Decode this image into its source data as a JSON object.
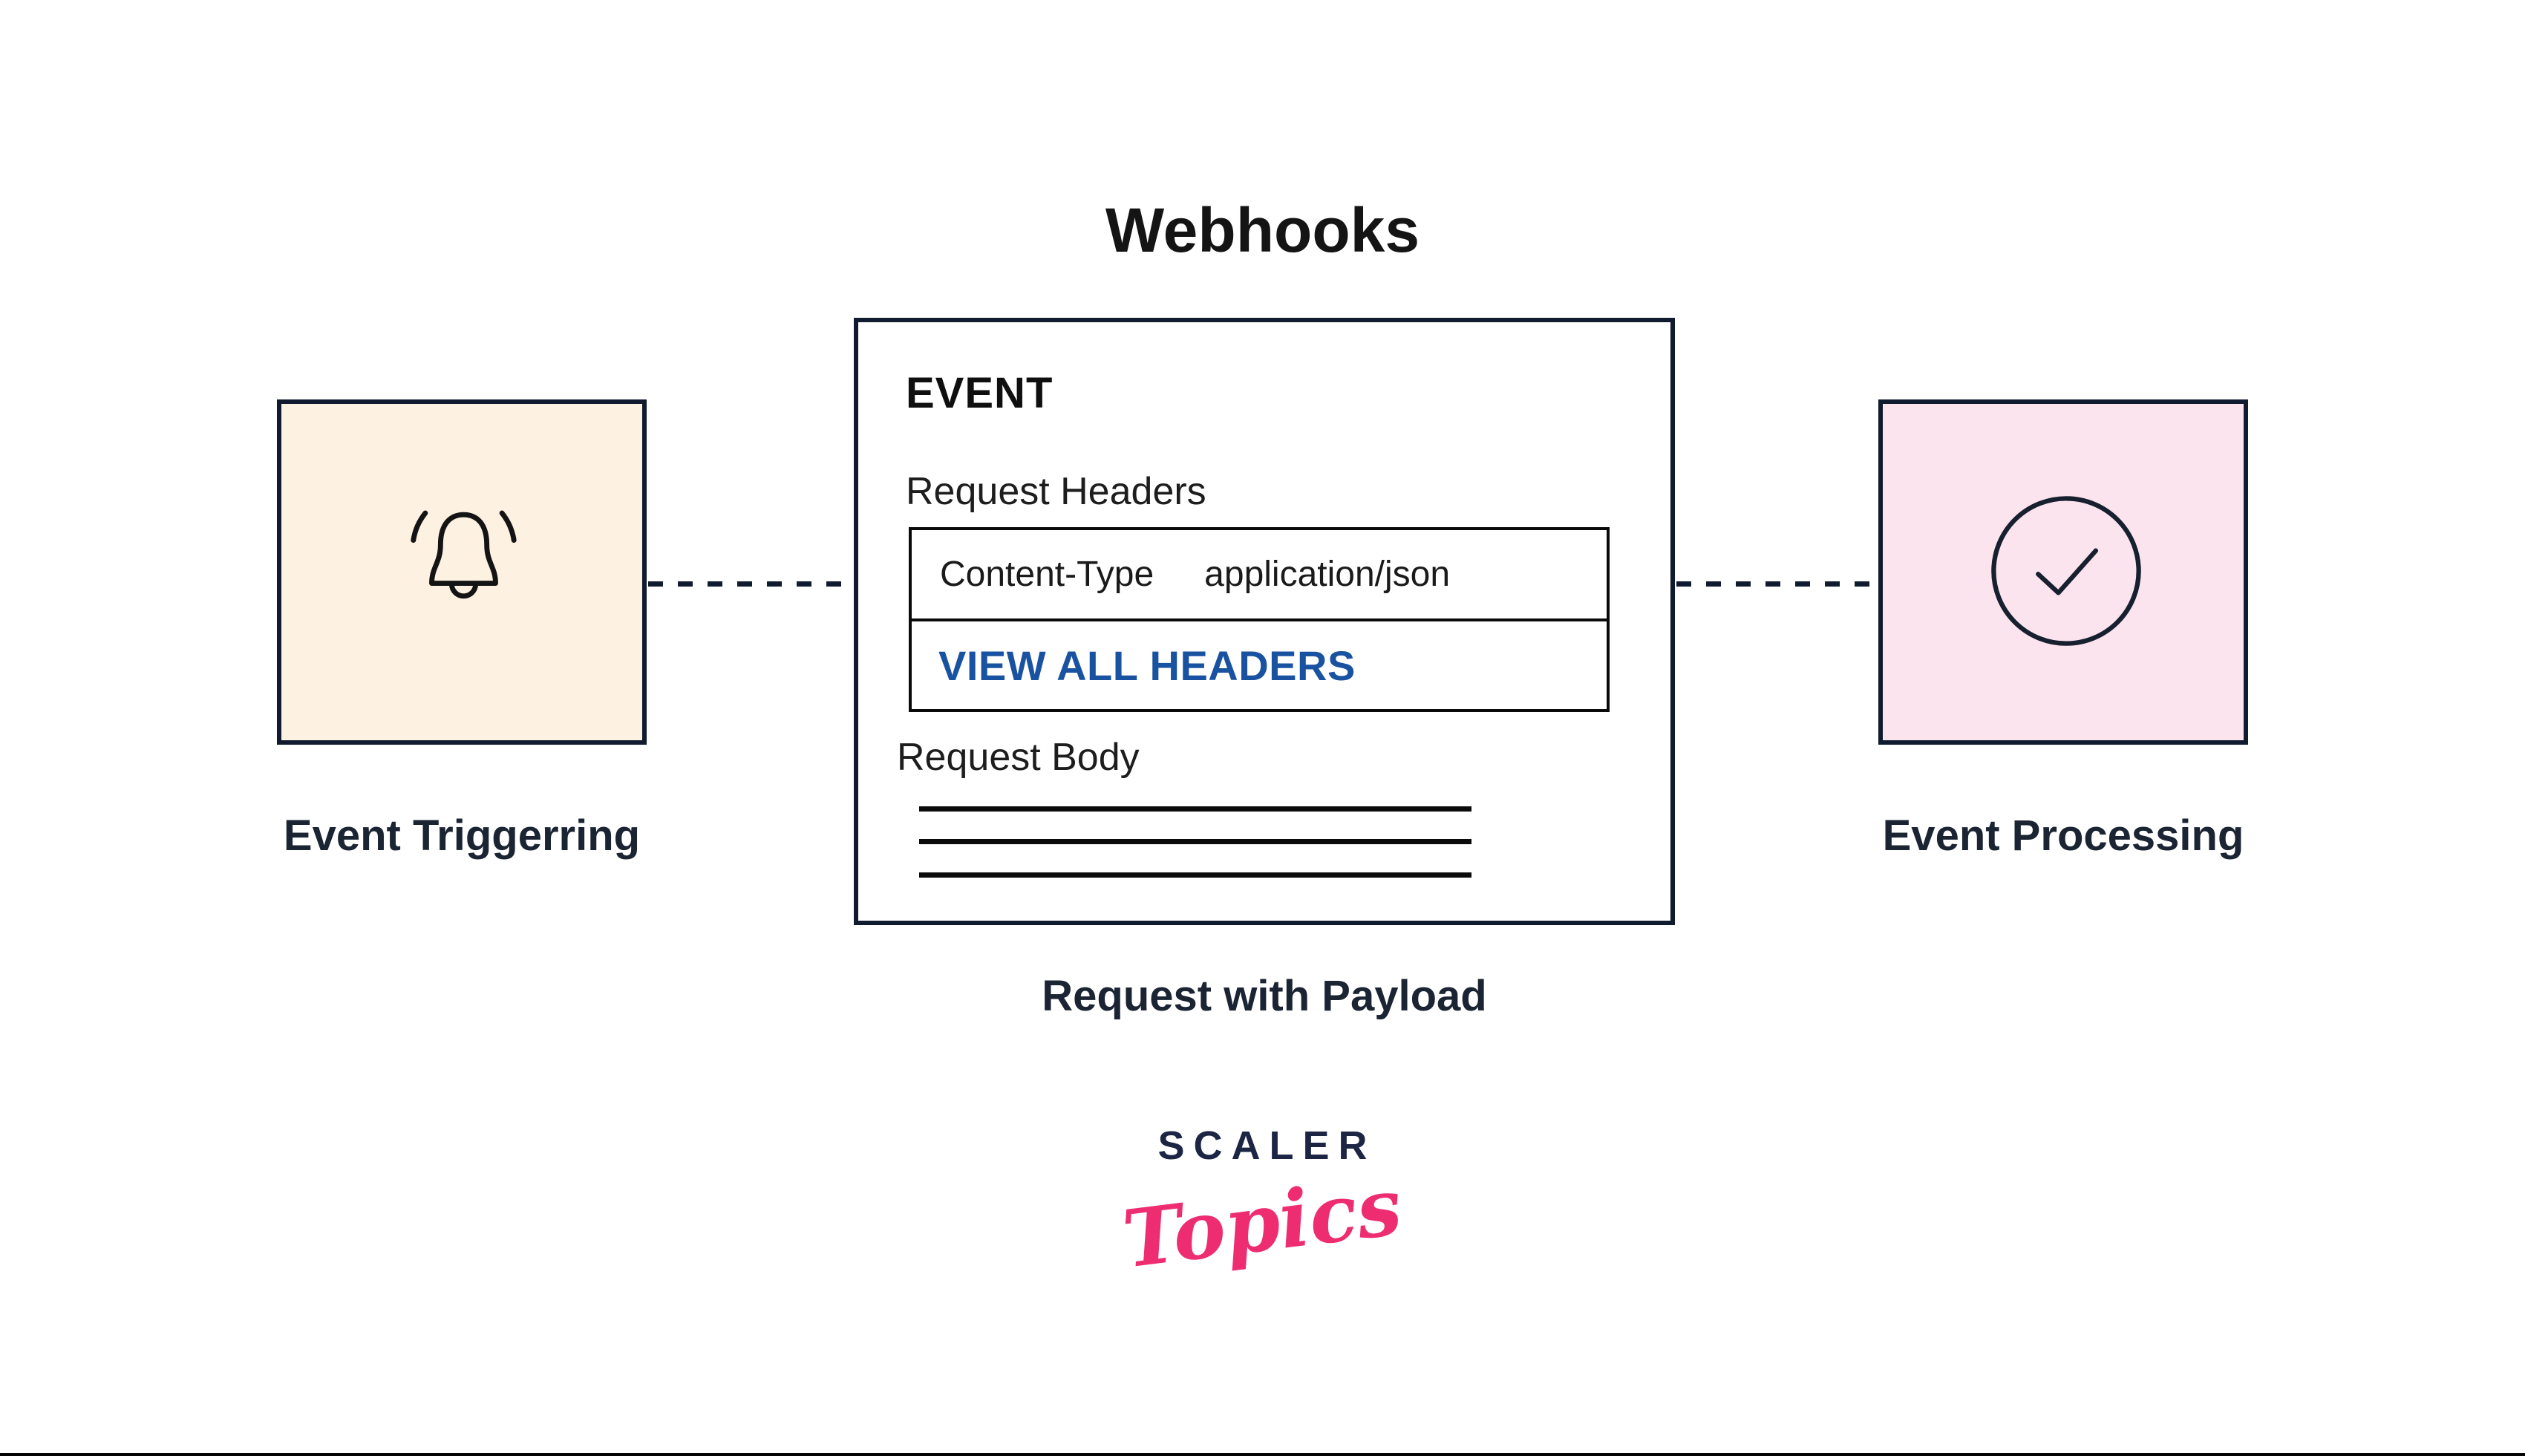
{
  "title": "Webhooks",
  "nodes": {
    "left": {
      "label": "Event Triggerring",
      "icon": "bell-icon",
      "fill_color": "#fdf2e2"
    },
    "center": {
      "heading": "EVENT",
      "headers_section_label": "Request Headers",
      "header_row": {
        "key": "Content-Type",
        "value": "application/json"
      },
      "view_all_link": "VIEW ALL HEADERS",
      "body_section_label": "Request Body",
      "caption": "Request with Payload"
    },
    "right": {
      "label": "Event Processing",
      "icon": "check-circle-icon",
      "fill_color": "#fce4ef"
    }
  },
  "logo": {
    "brand": "SCALER",
    "sub": "Topics"
  },
  "colors": {
    "border_navy": "#101b2f",
    "link_blue": "#1952a1",
    "logo_navy": "#1d2545",
    "logo_pink": "#ee2d70",
    "left_box_fill": "#fdf2e2",
    "right_box_fill": "#fce4ef",
    "line_black": "#0b0b0b"
  }
}
